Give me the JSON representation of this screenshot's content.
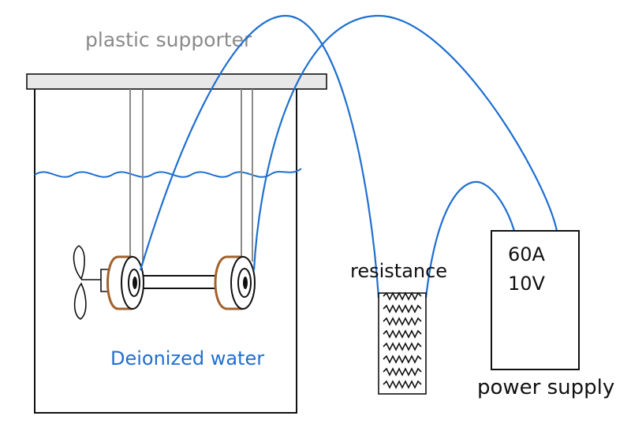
{
  "labels": {
    "supporter": "plastic supporter",
    "water": "Deionized water",
    "resistance": "resistance",
    "current": "60A",
    "voltage": "10V",
    "power": "power supply"
  },
  "colors": {
    "ink": "#000000",
    "wire": "#1f6fd0",
    "water_text": "#1f6fd0",
    "supporter_text": "#8a8a8a",
    "rod": "#8a8a8a",
    "wheel_rim": "#a0622d",
    "plate_fill": "#e8e8e8"
  },
  "icons": {
    "propeller": "propeller-icon",
    "wheel": "wheel-icon",
    "resistor": "resistor-zigzag-icon"
  }
}
